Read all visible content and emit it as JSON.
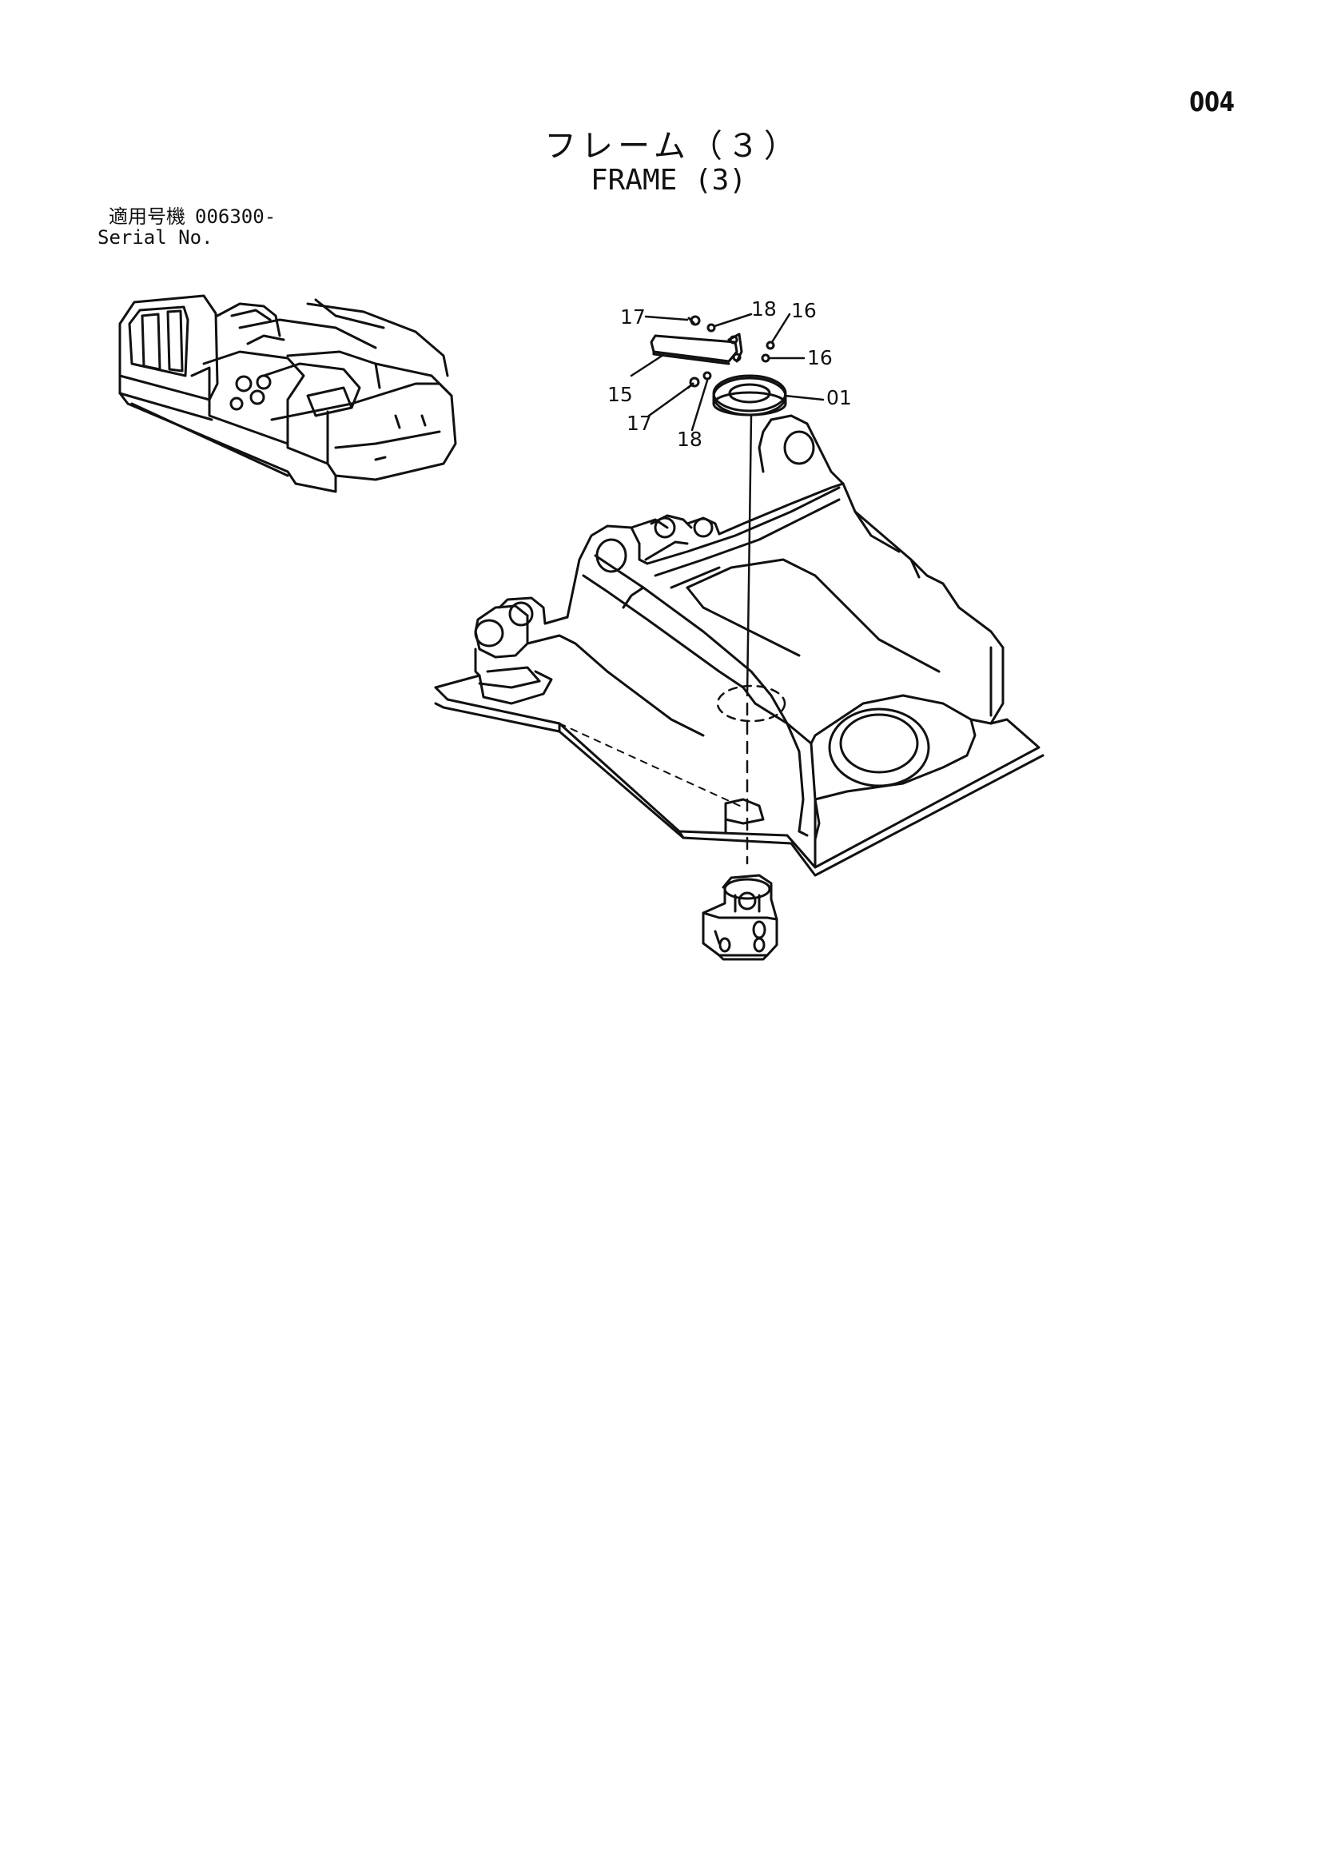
{
  "page_number": "004",
  "title_jp": "フレーム（３）",
  "title_en": "FRAME (3)",
  "serial": {
    "label_jp": "適用号機",
    "value": "006300-",
    "label_en": "Serial No."
  },
  "callouts": {
    "c17a": "17",
    "c18a": "18",
    "c16a": "16",
    "c16b": "16",
    "c15": "15",
    "c01": "01",
    "c17b": "17",
    "c18b": "18"
  }
}
